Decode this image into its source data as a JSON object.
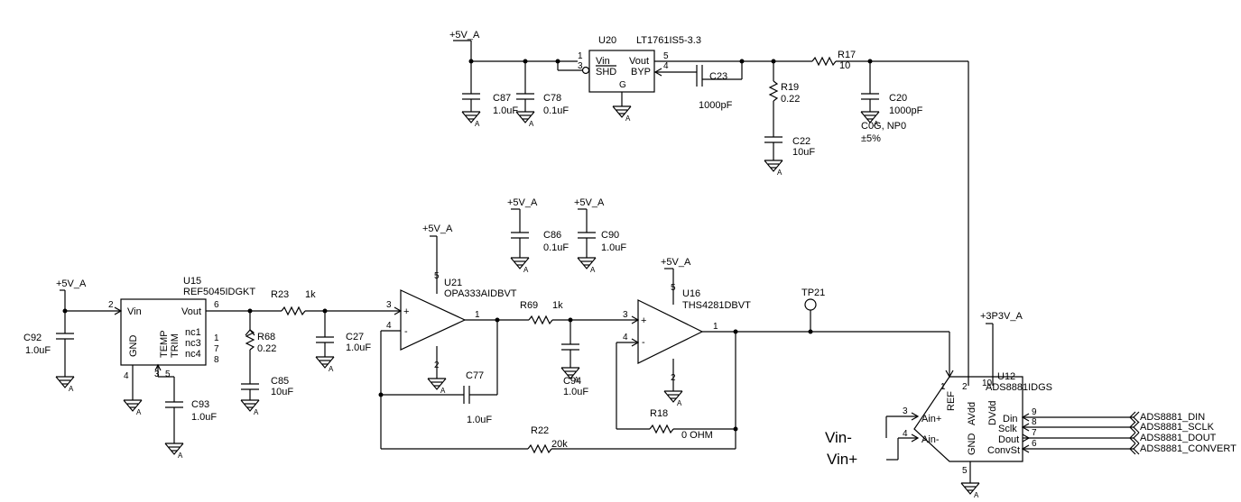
{
  "nets": {
    "p5v_a": "+5V_A",
    "p3v3_a": "+3P3V_A",
    "gnd_a": "A",
    "vin_minus": "Vin-",
    "vin_plus": "Vin+",
    "din": "ADS8881_DIN",
    "sclk": "ADS8881_SCLK",
    "dout": "ADS8881_DOUT",
    "convert": "ADS8881_CONVERT",
    "tp21": "TP21"
  },
  "u20": {
    "ref": "U20",
    "part": "LT1761IS5-3.3",
    "vin": "Vin",
    "shd": "SHD",
    "vout": "Vout",
    "byp": "BYP",
    "g": "G",
    "p1": "1",
    "p3": "3",
    "p5": "5",
    "p4": "4"
  },
  "u15": {
    "ref": "U15",
    "part": "REF5045IDGKT",
    "vin": "Vin",
    "vout": "Vout",
    "gnd": "GND",
    "temp": "TEMP",
    "trim": "TRIM",
    "nc1": "nc1",
    "nc3": "nc3",
    "nc4": "nc4",
    "p2": "2",
    "p6": "6",
    "p4": "4",
    "p3": "3",
    "p5": "5",
    "n1": "1",
    "n7": "7",
    "n8": "8"
  },
  "u21": {
    "ref": "U21",
    "part": "OPA333AIDBVT",
    "p3": "3",
    "p4": "4",
    "p5": "5",
    "p2": "2",
    "p1": "1",
    "plus": "+",
    "minus": "-"
  },
  "u16": {
    "ref": "U16",
    "part": "THS4281DBVT",
    "p3": "3",
    "p4": "4",
    "p5": "5",
    "p2": "2",
    "p1": "1",
    "plus": "+",
    "minus": "-"
  },
  "u12": {
    "ref": "U12",
    "part": "ADS8881IDGS",
    "ref_pin": "REF",
    "avdd": "AVdd",
    "dvdd": "DVdd",
    "gnd": "GND",
    "ainp": "Ain+",
    "ainm": "Ain-",
    "din": "Din",
    "sclk": "Sclk",
    "dout": "Dout",
    "convst": "ConvSt",
    "p1": "1",
    "p2": "2",
    "p10": "10",
    "p3": "3",
    "p4": "4",
    "p5": "5",
    "p9": "9",
    "p8": "8",
    "p7": "7",
    "p6": "6"
  },
  "passives": {
    "c87": {
      "ref": "C87",
      "value": "1.0uF"
    },
    "c78": {
      "ref": "C78",
      "value": "0.1uF"
    },
    "c23": {
      "ref": "C23",
      "value": "1000pF"
    },
    "r19": {
      "ref": "R19",
      "value": "0.22"
    },
    "c22": {
      "ref": "C22",
      "value": "10uF"
    },
    "r17": {
      "ref": "R17",
      "value": "10"
    },
    "c20": {
      "ref": "C20",
      "value": "1000pF",
      "note1": "C0G, NP0",
      "note2": "±5%"
    },
    "c86": {
      "ref": "C86",
      "value": "0.1uF"
    },
    "c90": {
      "ref": "C90",
      "value": "1.0uF"
    },
    "c92": {
      "ref": "C92",
      "value": "1.0uF"
    },
    "r68": {
      "ref": "R68",
      "value": "0.22"
    },
    "c85": {
      "ref": "C85",
      "value": "10uF"
    },
    "c93": {
      "ref": "C93",
      "value": "1.0uF"
    },
    "r23": {
      "ref": "R23",
      "value": "1k"
    },
    "c27": {
      "ref": "C27",
      "value": "1.0uF"
    },
    "c77": {
      "ref": "C77",
      "value": "1.0uF"
    },
    "r22": {
      "ref": "R22",
      "value": "20k"
    },
    "r69": {
      "ref": "R69",
      "value": "1k"
    },
    "c94": {
      "ref": "C94",
      "value": "1.0uF"
    },
    "r18": {
      "ref": "R18",
      "value": "0 OHM"
    }
  }
}
